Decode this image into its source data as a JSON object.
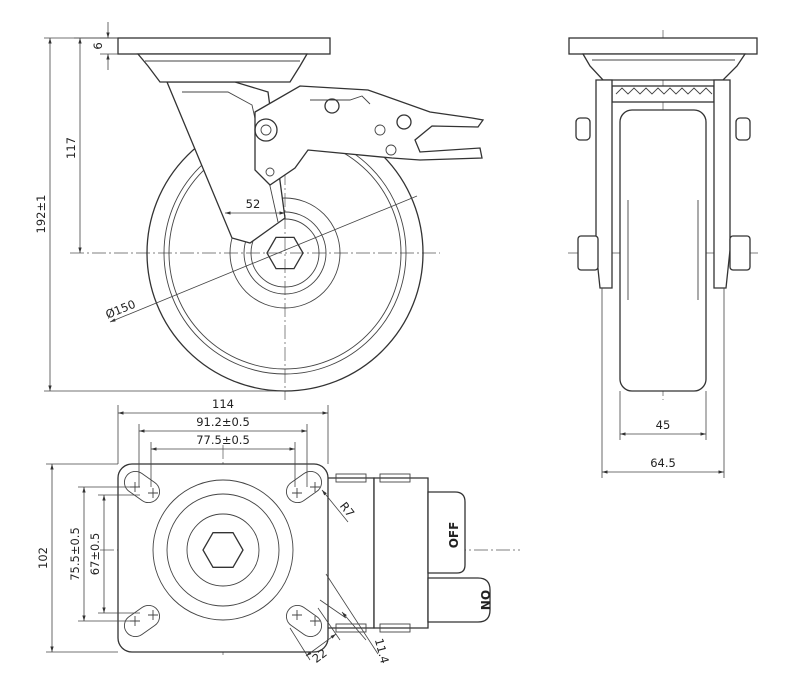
{
  "drawing": {
    "side_view": {
      "top_plate_thickness": "6",
      "axle_height_from_top": "117",
      "overall_height": "192±1",
      "swivel_offset": "52",
      "wheel_diameter": "Ø150"
    },
    "front_view": {
      "tread_width": "45",
      "overall_width": "64.5"
    },
    "plan_view": {
      "plate_width": "114",
      "hole_spacing_x_outer": "91.2±0.5",
      "hole_spacing_x_inner": "77.5±0.5",
      "plate_length": "102",
      "hole_spacing_y_outer": "75.5±0.5",
      "hole_spacing_y_inner": "67±0.5",
      "corner_radius": "R7",
      "hole_slot_width": "11.4",
      "hole_slot_length": "22",
      "brake_label_off": "OFF",
      "brake_label_on": "ON"
    }
  }
}
